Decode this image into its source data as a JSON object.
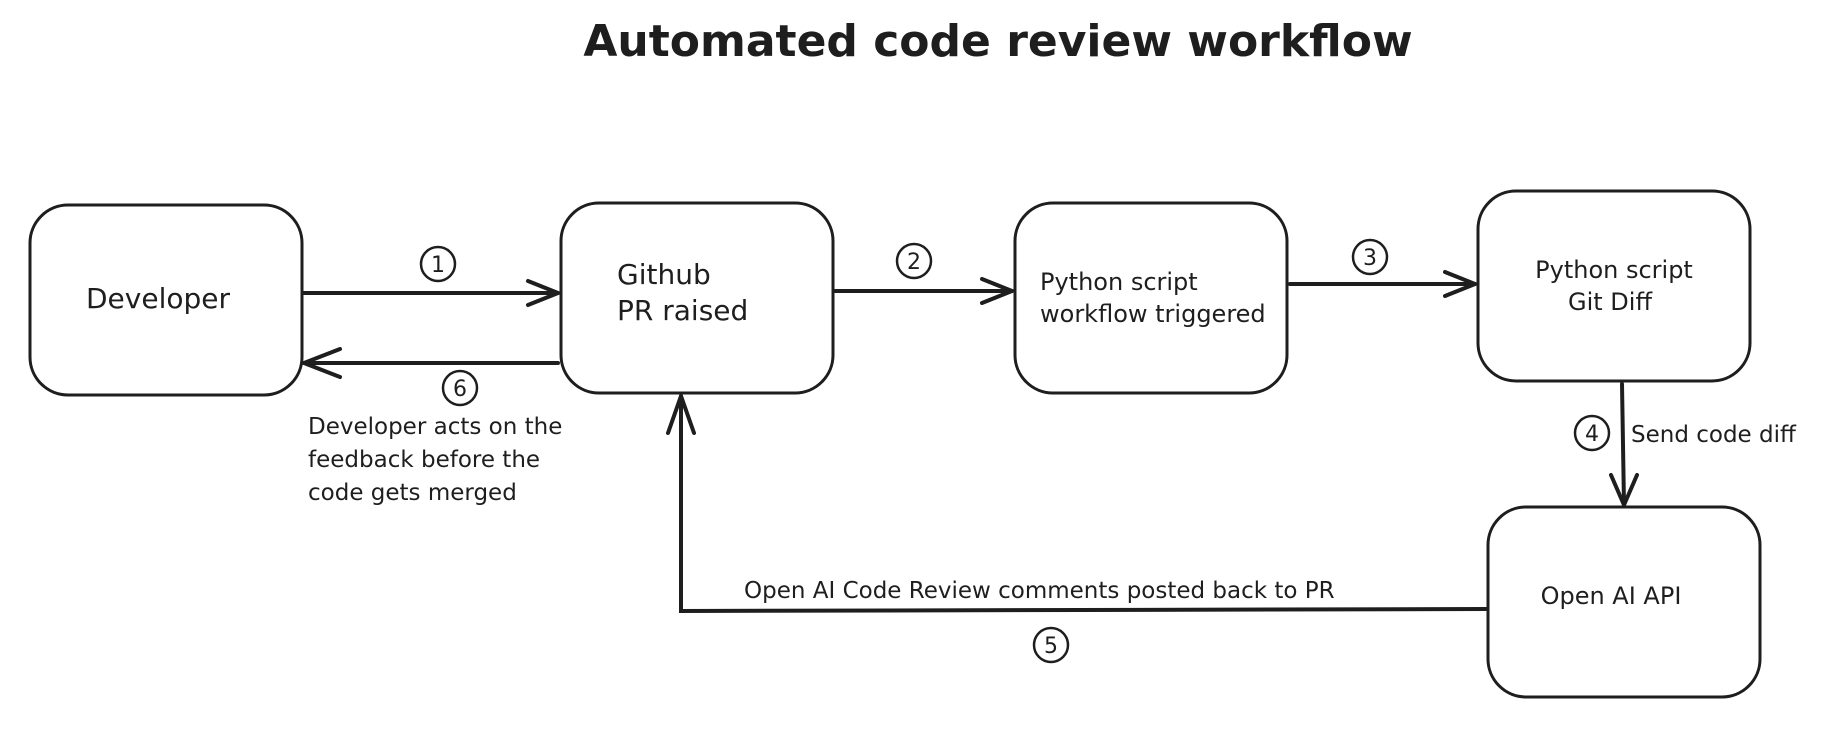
{
  "title": "Automated code review workflow",
  "nodes": {
    "developer": {
      "label": "Developer"
    },
    "github": {
      "line1": "Github",
      "line2": "PR raised"
    },
    "workflow": {
      "line1": "Python script",
      "line2": "workflow triggered"
    },
    "gitdiff": {
      "line1": "Python script",
      "line2": "Git Diff"
    },
    "openai": {
      "label": "Open AI API"
    }
  },
  "edges": {
    "e1": {
      "step": "1"
    },
    "e2": {
      "step": "2"
    },
    "e3": {
      "step": "3"
    },
    "e4": {
      "step": "4",
      "label": "Send code diff"
    },
    "e5": {
      "step": "5",
      "label": "Open AI Code Review comments posted back to PR"
    },
    "e6": {
      "step": "6",
      "label_lines": [
        "Developer acts on the",
        "feedback before the",
        "code gets merged"
      ]
    }
  },
  "colors": {
    "stroke": "#1e1e1e",
    "background": "#ffffff"
  }
}
